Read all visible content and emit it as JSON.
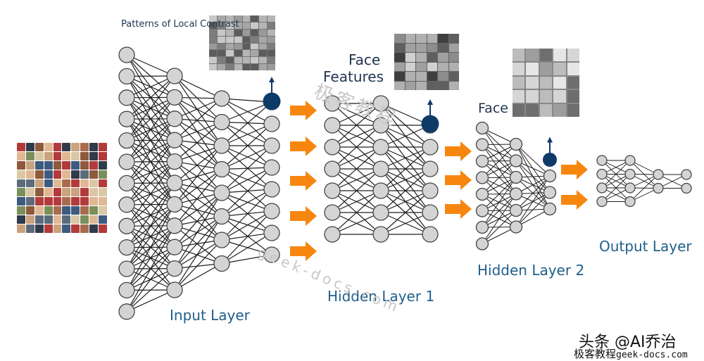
{
  "labels": {
    "input_layer": "Input Layer",
    "hidden_layer_1": "Hidden Layer 1",
    "hidden_layer_2": "Hidden Layer 2",
    "output_layer": "Output Layer",
    "local_contrast": "Patterns of Local Contrast",
    "face_features_1": "Face",
    "face_features_2": "Features",
    "face": "Face"
  },
  "watermarks": {
    "cn": "极客教程",
    "url": "geek-docs.com"
  },
  "branding": {
    "line1": "头条 @AI乔治",
    "line2a": "极客教程",
    "line2b": "geek-docs.com"
  },
  "colors": {
    "node_fill": "#d4d4d4",
    "node_stroke": "#444444",
    "edge": "#1e1e1e",
    "arrow": "#f7860f",
    "marker": "#0e3a68",
    "label": "#1f5f8b"
  },
  "icons": {
    "arrow": "orange-arrow-icon",
    "marker": "feature-marker-icon"
  }
}
